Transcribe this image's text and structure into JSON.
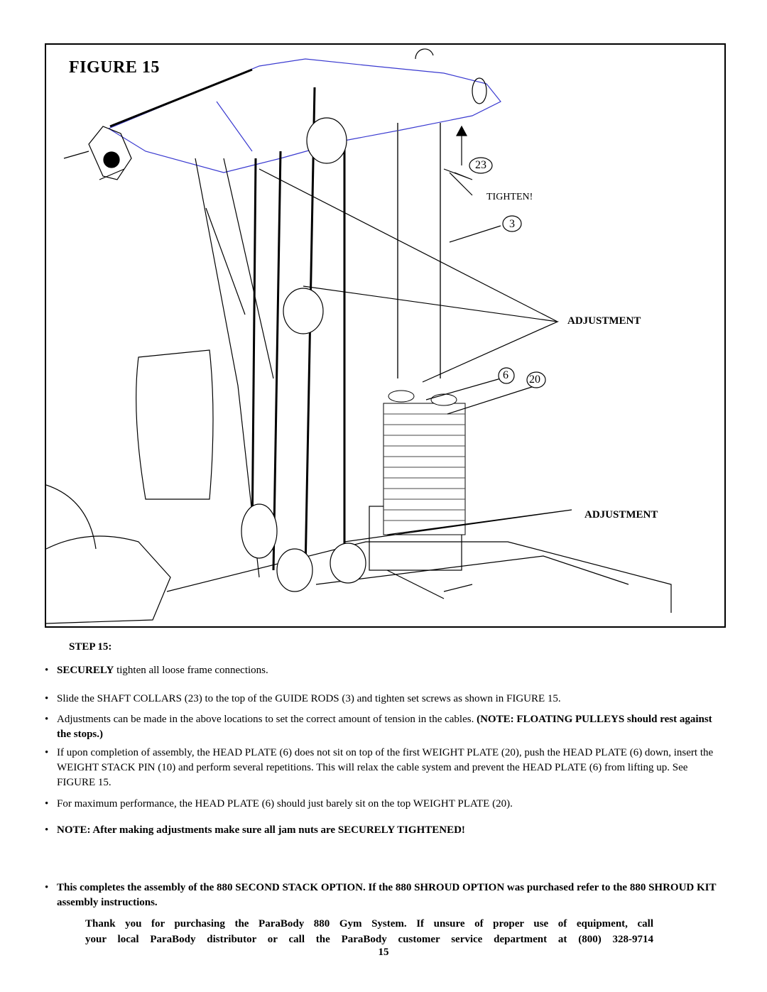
{
  "figure": {
    "title": "FIGURE 15",
    "callouts": {
      "collar": "23",
      "tighten": "TIGHTEN!",
      "guide_rod": "3",
      "adjustment_upper": "ADJUSTMENT",
      "head_plate": "6",
      "weight_plate": "20",
      "adjustment_lower": "ADJUSTMENT"
    }
  },
  "step": {
    "heading": "STEP 15:",
    "bullet_char": "•",
    "items": [
      {
        "bold": "SECURELY",
        "text": " tighten all loose frame connections."
      },
      {
        "text": "Slide the SHAFT COLLARS (23) to the top of the GUIDE RODS (3) and tighten set screws as shown in FIGURE 15."
      },
      {
        "text": "Adjustments can be made in the above locations to set the correct amount of tension in the cables. ",
        "bold_tail": "(NOTE: FLOATING PULLEYS should rest against the stops.)"
      },
      {
        "text": " If upon completion of assembly, the HEAD PLATE (6) does not sit on top of the first WEIGHT PLATE (20), push the HEAD PLATE (6) down, insert the WEIGHT STACK PIN (10) and perform several repetitions.  This will relax the cable system and prevent the HEAD PLATE (6) from lifting up. See FIGURE 15."
      },
      {
        "text": "For maximum performance, the HEAD PLATE (6) should just barely sit on the top WEIGHT PLATE (20)."
      },
      {
        "bold": "NOTE: After making adjustments make sure all jam nuts are SECURELY TIGHTENED!"
      },
      {
        "bold": "This completes the assembly of the 880 SECOND STACK OPTION. If the 880 SHROUD OPTION was purchased refer to the 880 SHROUD KIT assembly instructions."
      }
    ]
  },
  "closing": {
    "line1": "Thank you for purchasing the ParaBody 880 Gym System.  If unsure of proper use of equipment, call",
    "line2": "your local ParaBody distributor or call the ParaBody customer service department at (800) 328-9714"
  },
  "page_number": "15"
}
